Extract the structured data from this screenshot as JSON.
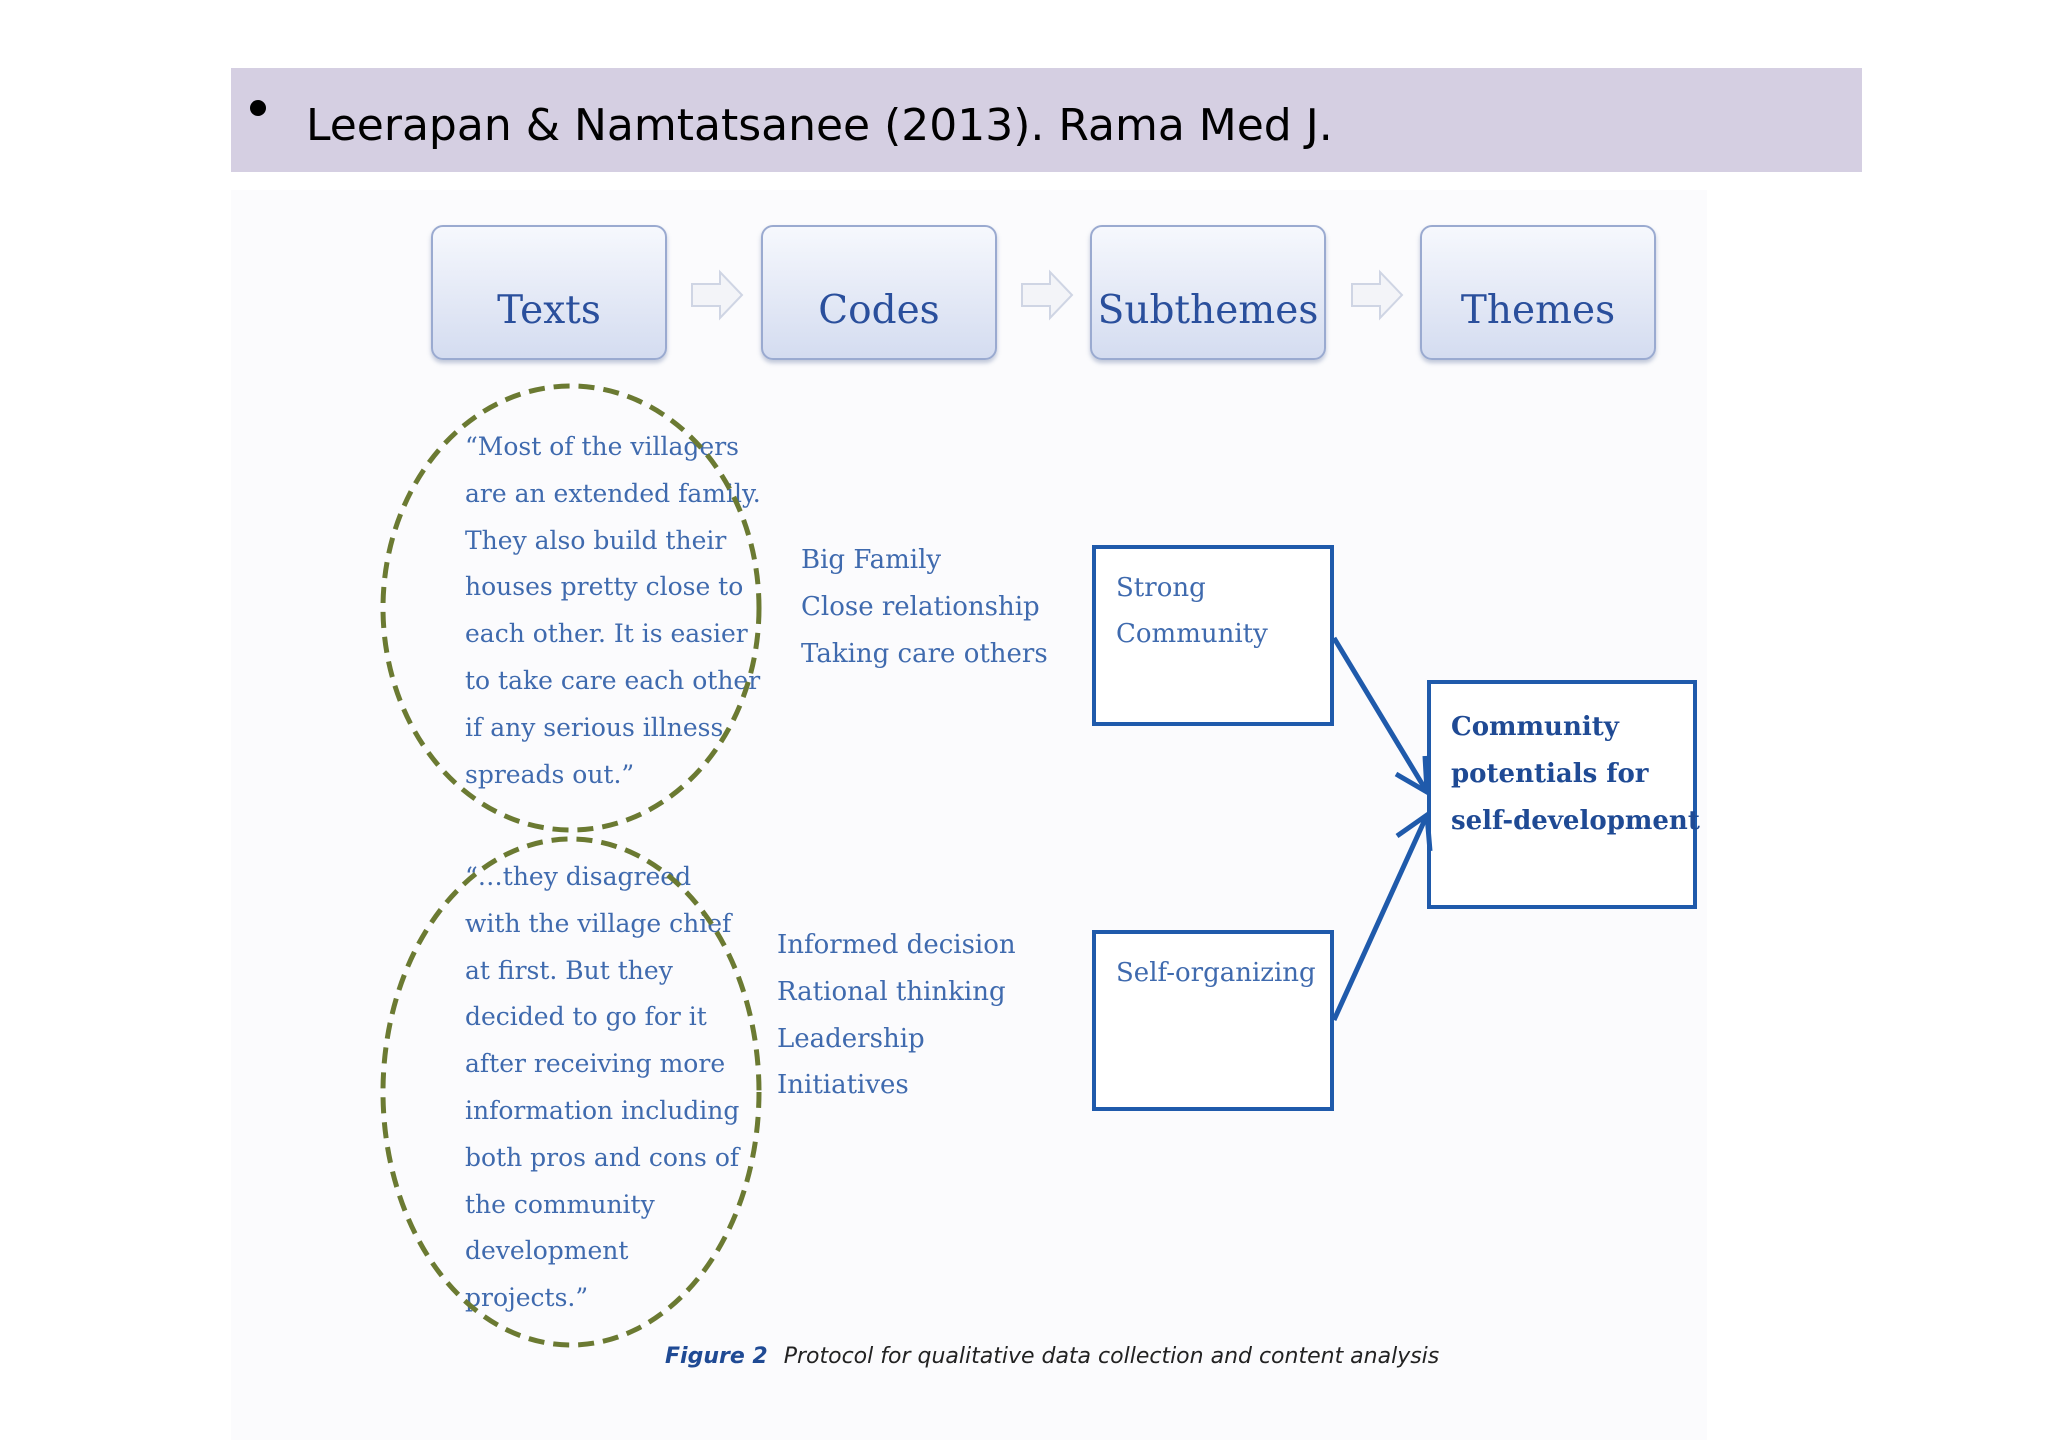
{
  "header": {
    "citation": "Leerapan & Namtatsanee (2013). Rama Med J."
  },
  "stages": [
    "Texts",
    "Codes",
    "Subthemes",
    "Themes"
  ],
  "quotes": [
    {
      "lines": [
        "“Most of the villagers",
        "are an extended family.",
        "They also build their",
        "houses pretty close to",
        "each other. It is easier",
        "to take care each other",
        "if any serious illness",
        "spreads out.”"
      ]
    },
    {
      "lines": [
        "“…they disagreed",
        "with the village chief",
        "at first. But they",
        "decided to go for it",
        "after receiving more",
        "information including",
        "both pros and cons of",
        "the community",
        "development",
        "projects.”"
      ]
    }
  ],
  "codes": [
    [
      "Big Family",
      "Close relationship",
      "Taking care others"
    ],
    [
      "Informed decision",
      "Rational thinking",
      "Leadership",
      "Initiatives"
    ]
  ],
  "subthemes": [
    [
      "Strong",
      "Community"
    ],
    [
      "Self-organizing"
    ]
  ],
  "theme": [
    "Community",
    "potentials for",
    "self-development"
  ],
  "caption": {
    "label": "Figure 2",
    "text": "Protocol for qualitative data collection and content analysis"
  },
  "colors": {
    "header_band": "#d5cfe2",
    "stage_text": "#2a4f9c",
    "body_text": "#3f6aae",
    "box_border": "#1f5aab",
    "dashed_ellipse": "#6b7a32"
  }
}
